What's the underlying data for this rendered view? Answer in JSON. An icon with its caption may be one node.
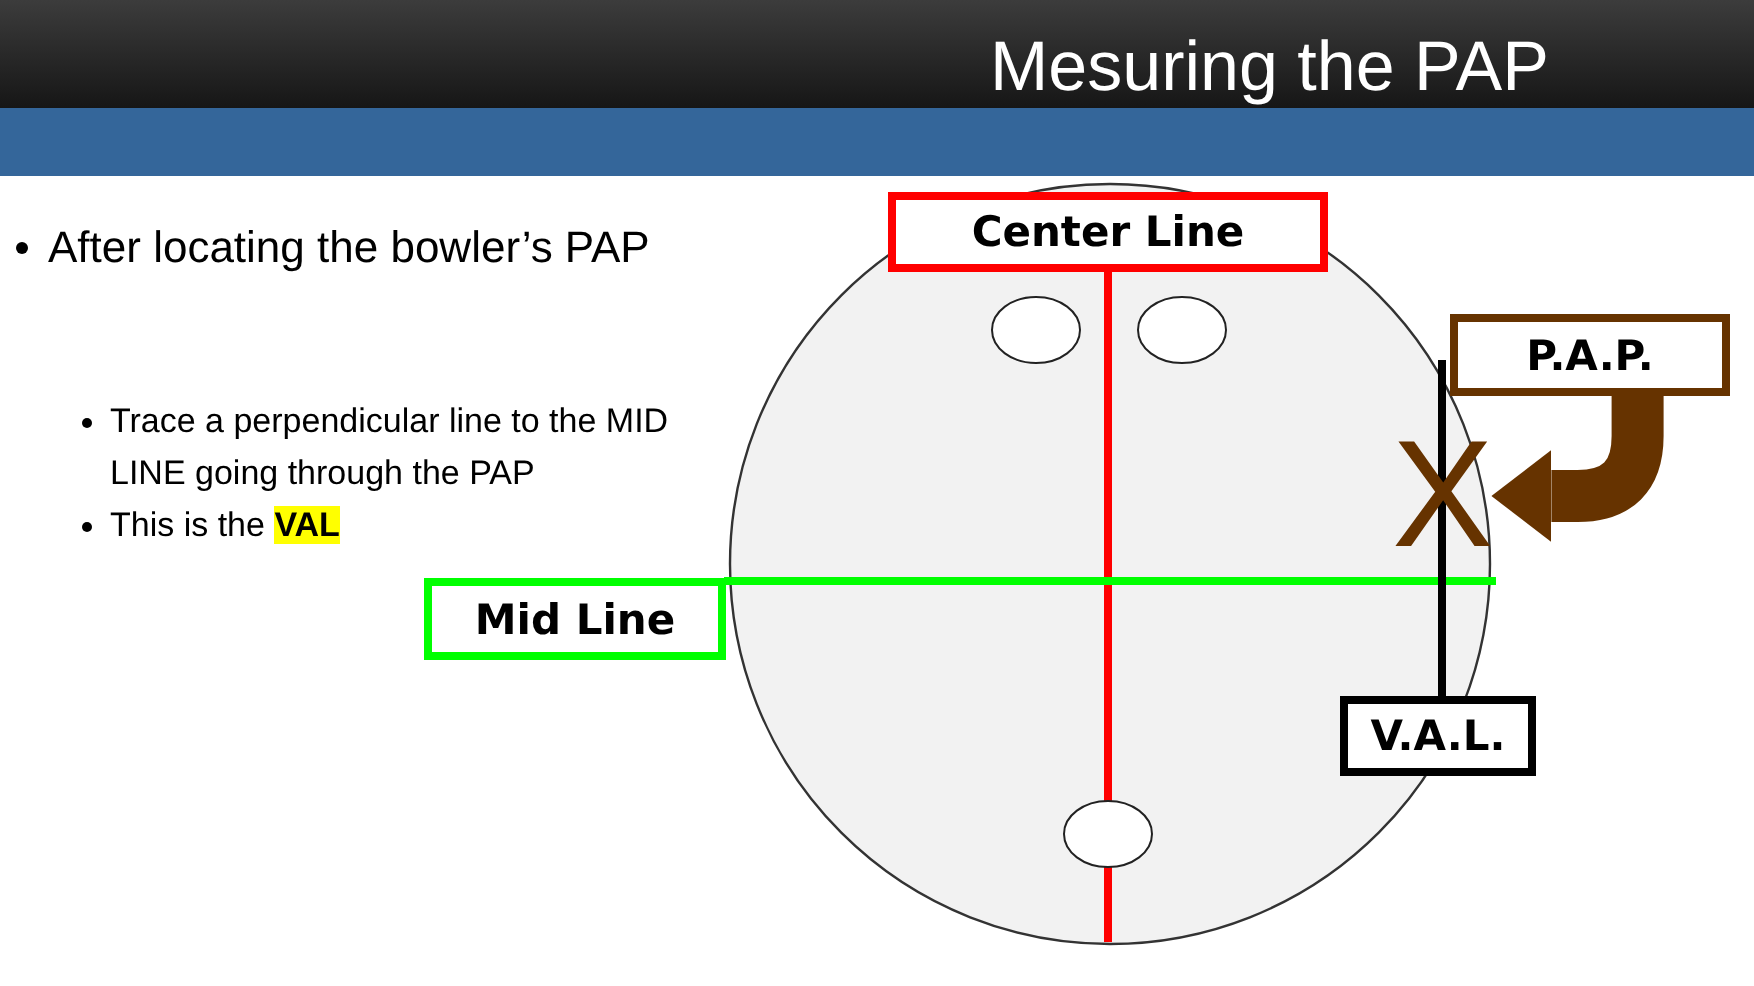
{
  "diagram": {
    "title": "Mesuring the PAP",
    "nodes": [
      {
        "text": [
          "Center Line"
        ]
      },
      {
        "text": [
          "P.A.P."
        ]
      },
      {
        "text": [
          "X"
        ]
      },
      {
        "text": [
          "Mid Line"
        ]
      },
      {
        "text": [
          "V.A.L."
        ]
      }
    ],
    "edges": [
      {
        "from": 1,
        "to": 2,
        "arrow": "to",
        "color": "#663300"
      }
    ],
    "labels": [
      "After locating the bowler’s PAP",
      "Trace a perpendicular line to the MID LINE going through the PAP",
      "This is the **VAL**"
    ]
  }
}
